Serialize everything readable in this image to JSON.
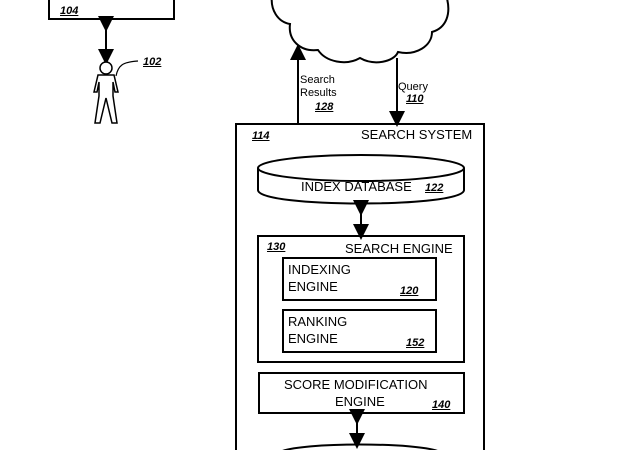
{
  "diagram": {
    "client_device": {
      "ref": "104"
    },
    "user": {
      "ref": "102"
    },
    "network": {
      "shape": "cloud"
    },
    "search_results": {
      "label_line1": "Search",
      "label_line2": "Results",
      "ref": "128"
    },
    "query": {
      "label": "Query",
      "ref": "110"
    },
    "search_system": {
      "title": "SEARCH SYSTEM",
      "ref": "114"
    },
    "index_database": {
      "label": "INDEX DATABASE",
      "ref": "122"
    },
    "search_engine": {
      "title": "SEARCH ENGINE",
      "ref": "130"
    },
    "indexing_engine": {
      "line1": "INDEXING",
      "line2": "ENGINE",
      "ref": "120"
    },
    "ranking_engine": {
      "line1": "RANKING",
      "line2": "ENGINE",
      "ref": "152"
    },
    "score_modification_engine": {
      "line1": "SCORE MODIFICATION",
      "line2": "ENGINE",
      "ref": "140"
    }
  }
}
